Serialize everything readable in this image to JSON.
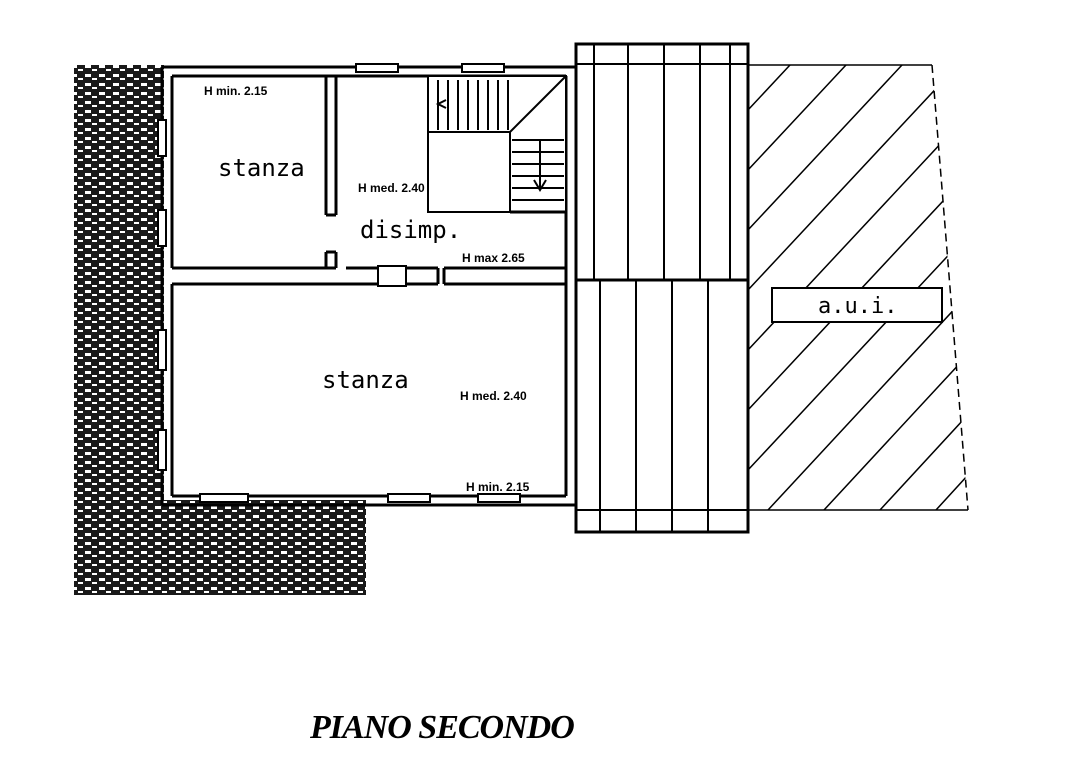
{
  "floor_plan": {
    "title": "PIANO SECONDO",
    "rooms": [
      {
        "label": "stanza"
      },
      {
        "label": "disimp."
      },
      {
        "label": "stanza"
      }
    ],
    "heights": [
      "H min. 2.15",
      "H med. 2.40",
      "H max 2.65",
      "H med. 2.40",
      "H min. 2.15"
    ],
    "aui_label": "a.u.i."
  }
}
